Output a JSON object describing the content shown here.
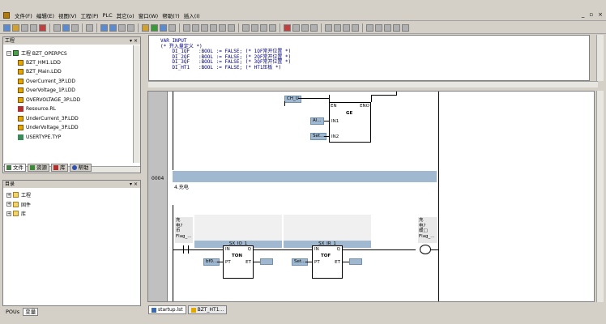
{
  "menu": [
    "文件(F)",
    "编辑(E)",
    "视图(V)",
    "工程(P)",
    "PLC",
    "其它(o)",
    "窗口(W)",
    "帮助(?)",
    "插入(I)"
  ],
  "window_controls": [
    "_",
    "▫",
    "×"
  ],
  "project_pane": {
    "title": "工程",
    "items": [
      {
        "label": "工程 BZT_OPERPCS",
        "icon": "project-icon",
        "level": 0
      },
      {
        "label": "BZT_HM1.LDD",
        "icon": "ld-icon",
        "level": 1
      },
      {
        "label": "BZT_Main.LDD",
        "icon": "ld-icon",
        "level": 1
      },
      {
        "label": "OverCurrent_3P.LDD",
        "icon": "ld-icon",
        "level": 1
      },
      {
        "label": "OverVoltage_1P.LDD",
        "icon": "ld-icon",
        "level": 1
      },
      {
        "label": "OVERVOLTAGE_3P.LDD",
        "icon": "ld-icon",
        "level": 1
      },
      {
        "label": "Resource.RL",
        "icon": "resource-icon",
        "level": 1
      },
      {
        "label": "UnderCurrent_3P.LDD",
        "icon": "ld-icon",
        "level": 1
      },
      {
        "label": "UnderVoltage_3P.LDD",
        "icon": "ld-icon",
        "level": 1
      },
      {
        "label": "USERTYPE.TYP",
        "icon": "type-icon",
        "level": 1
      }
    ],
    "tabs": [
      "文件",
      "资源",
      "库",
      "帮助"
    ]
  },
  "catalog_pane": {
    "title": "目录",
    "items": [
      "工程",
      "固件",
      "库"
    ],
    "tabs": [
      "POUs",
      "变量"
    ]
  },
  "code": {
    "lines": [
      "VAR_INPUT",
      "(* 开入量定义 *)",
      "    DI_1QF   :BOOL := FALSE; (* 1QF常开位置 *)",
      "    DI_2QF   :BOOL := FALSE; (* 2QF常开位置 *)",
      "    DI_3QF   :BOOL := FALSE; (* 3QF常开位置 *)",
      "    DI_HT1   :BOOL := FALSE; (* HT1压板 *)"
    ]
  },
  "ladder": {
    "rung_number": "0004",
    "comment": "4.充电",
    "top_var": "CH_U",
    "ge_block": {
      "name": "GE",
      "en": "EN",
      "eno": "ENO",
      "in1": "IN1",
      "in2": "IN2",
      "input1": "Al...",
      "input2": "Set..."
    },
    "left_label": [
      "充",
      "电?",
      "币",
      "Flag_..."
    ],
    "right_label": [
      "充",
      "电?",
      "缓□",
      "Flag_..."
    ],
    "ton": {
      "instance": "SX_IO_1",
      "name": "TON",
      "in": "IN",
      "q": "Q",
      "pt": "PT",
      "et": "ET",
      "pt_var": "bf0..."
    },
    "tof": {
      "instance": "SX_IR_1",
      "name": "TOF",
      "in": "IN",
      "q": "Q",
      "pt": "PT",
      "et": "ET",
      "pt_var": "Set..."
    }
  },
  "doc_tabs": [
    "startup.lst",
    "BZT_HT1..."
  ]
}
